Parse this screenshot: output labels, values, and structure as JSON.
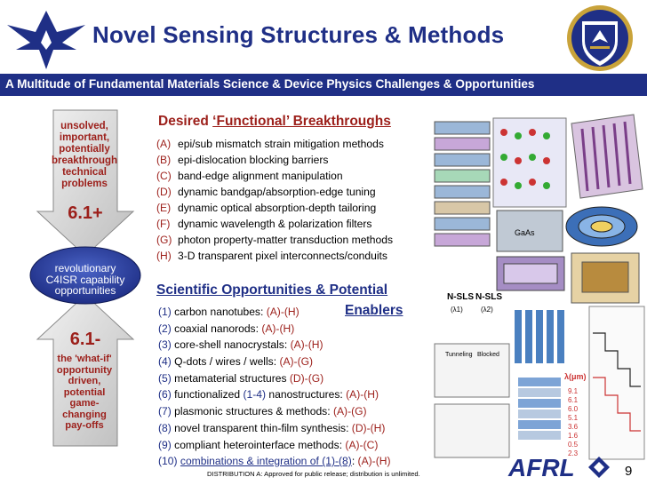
{
  "header": {
    "title": "Novel Sensing Structures & Methods",
    "subtitle": "A Multitude of Fundamental Materials Science & Device Physics Challenges & Opportunities"
  },
  "left_graphic": {
    "top_arrow_lines": [
      "unsolved,",
      "important,",
      "potentially",
      "breakthrough",
      "technical",
      "problems"
    ],
    "top_arrow_level": "6.1+",
    "middle_lines": [
      "revolutionary",
      "C4ISR capability",
      "opportunities"
    ],
    "bottom_arrow_level": "6.1-",
    "bottom_arrow_lines": [
      "the 'what-if'",
      "opportunity",
      "driven,",
      "potential",
      "game-",
      "changing",
      "pay-offs"
    ]
  },
  "breakthroughs": {
    "heading_prefix": "Desired ",
    "heading_underlined": "‘Functional’ Breakthroughs",
    "items": [
      {
        "key": "(A)",
        "text": "epi/sub mismatch strain mitigation methods"
      },
      {
        "key": "(B)",
        "text": "epi-dislocation blocking barriers"
      },
      {
        "key": "(C)",
        "text": "band-edge alignment manipulation"
      },
      {
        "key": "(D)",
        "text": "dynamic bandgap/absorption-edge tuning"
      },
      {
        "key": "(E)",
        "text": "dynamic optical absorption-depth tailoring"
      },
      {
        "key": "(F)",
        "text": "dynamic wavelength & polarization filters"
      },
      {
        "key": "(G)",
        "text": "photon property-matter transduction methods"
      },
      {
        "key": "(H)",
        "text": "3-D transparent pixel interconnects/conduits"
      }
    ]
  },
  "opportunities": {
    "heading_line1": "Scientific Opportunities & Potential",
    "heading_line2": "Enablers",
    "items": [
      {
        "num": "(1)",
        "text": "carbon nanotubes: ",
        "range": "(A)-(H)"
      },
      {
        "num": "(2)",
        "text": "coaxial nanorods: ",
        "range": "(A)-(H)"
      },
      {
        "num": "(3)",
        "text": "core-shell nanocrystals: ",
        "range": "(A)-(H)"
      },
      {
        "num": "(4)",
        "text": "Q-dots / wires / wells: ",
        "range": "(A)-(G)"
      },
      {
        "num": "(5)",
        "text": "metamaterial structures ",
        "range": "(D)-(G)"
      },
      {
        "num": "(6)",
        "text": "functionalized ",
        "mid_blue": "(1-4)",
        "text2": " nanostructures: ",
        "range": "(A)-(H)"
      },
      {
        "num": "(7)",
        "text": "plasmonic structures & methods: ",
        "range": "(A)-(G)"
      },
      {
        "num": "(8)",
        "text": "novel transparent thin-film synthesis: ",
        "range": "(D)-(H)"
      },
      {
        "num": "(9)",
        "text": "compliant heterointerface methods: ",
        "range": "(A)-(C)"
      },
      {
        "num": "(10)",
        "underlined": "combinations & integration of (1)-(8)",
        "text": ": ",
        "range": "(A)-(H)"
      }
    ]
  },
  "illustration": {
    "labels": {
      "nsls_left": "N-SLS",
      "nsls_right": "N-SLS",
      "lambda1": "(λ1)",
      "lambda2": "(λ2)",
      "gaas": "GaAs",
      "lambda_um": "λ(μm)",
      "scale_values": [
        "9.1",
        "6.1",
        "6.0",
        "5.1",
        "3.6",
        "1.6",
        "0.5",
        "2.3"
      ],
      "tunneling": "Tunneling",
      "blocked": "Blocked"
    }
  },
  "footer": {
    "distribution": "DISTRIBUTION A:  Approved for public release; distribution is unlimited.",
    "logo_text": "AFRL",
    "page_number": "9"
  },
  "colors": {
    "navy": "#1f2f86",
    "dark_red": "#9c1f1a",
    "arrow_gray": "#d6d6d6"
  }
}
